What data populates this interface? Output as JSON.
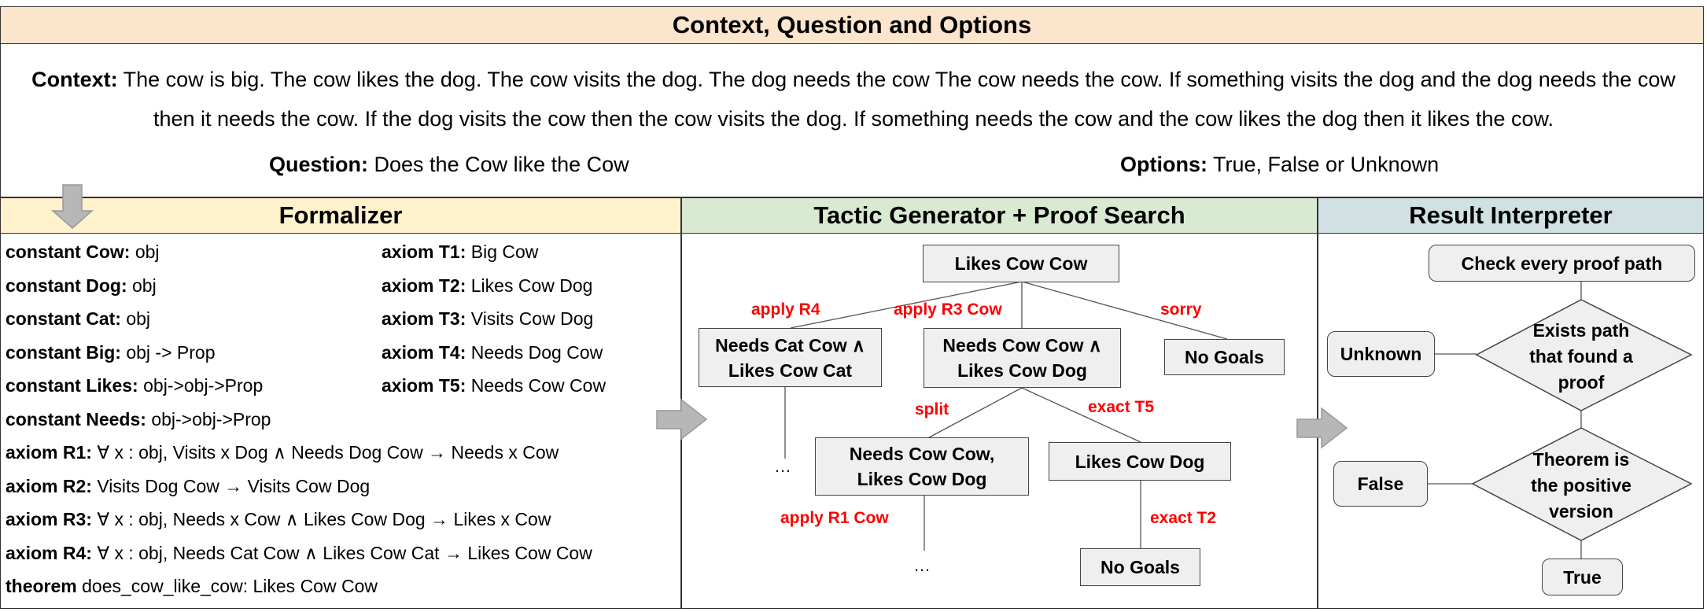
{
  "top": {
    "header": "Context, Question and Options",
    "context_label": "Context:",
    "context_text": "The cow is big. The cow likes the dog. The cow visits the dog. The dog needs the cow The cow needs the cow. If something visits the dog and the dog needs the cow then it needs the cow. If the dog visits the cow then the cow visits the dog. If something needs the cow and the cow likes the dog then it likes the cow.",
    "question_label": "Question:",
    "question_text": "Does the Cow like the Cow",
    "options_label": "Options:",
    "options_text": "True, False or Unknown"
  },
  "formalizer": {
    "header": "Formalizer",
    "left_lines": [
      {
        "key": "constant Cow:",
        "val": "obj"
      },
      {
        "key": "constant Dog:",
        "val": "obj"
      },
      {
        "key": "constant Cat:",
        "val": "obj"
      },
      {
        "key": "constant Big:",
        "val": "obj -> Prop"
      },
      {
        "key": "constant Likes:",
        "val": "obj->obj->Prop"
      },
      {
        "key": "constant Needs:",
        "val": "obj->obj->Prop"
      },
      {
        "key": "axiom R1:",
        "val": "∀ x : obj, Visits x Dog ∧ Needs Dog Cow → Needs x Cow"
      },
      {
        "key": "axiom R2:",
        "val": "Visits Dog Cow → Visits Cow Dog"
      },
      {
        "key": "axiom R3:",
        "val": "∀ x : obj, Needs x Cow ∧ Likes Cow Dog → Likes x Cow"
      },
      {
        "key": "axiom R4:",
        "val": "∀ x : obj, Needs Cat Cow ∧ Likes Cow Cat → Likes Cow Cow"
      },
      {
        "key": "theorem",
        "val": "does_cow_like_cow: Likes Cow Cow"
      }
    ],
    "right_lines": [
      {
        "key": "axiom T1:",
        "val": "Big Cow"
      },
      {
        "key": "axiom T2:",
        "val": "Likes Cow Dog"
      },
      {
        "key": "axiom T3:",
        "val": "Visits Cow Dog"
      },
      {
        "key": "axiom T4:",
        "val": "Needs Dog Cow"
      },
      {
        "key": "axiom T5:",
        "val": "Needs Cow Cow"
      }
    ]
  },
  "tactic": {
    "header": "Tactic Generator + Proof Search",
    "root": "Likes Cow Cow",
    "node_a_1": "Needs Cat Cow ∧",
    "node_a_2": "Likes Cow Cat",
    "node_b_1": "Needs Cow Cow ∧",
    "node_b_2": "Likes Cow Dog",
    "node_c": "No Goals",
    "node_d_1": "Needs Cow Cow,",
    "node_d_2": "Likes Cow Dog",
    "node_e": "Likes Cow Dog",
    "node_f": "No Goals",
    "label_r4": "apply  R4",
    "label_r3": "apply  R3 Cow",
    "label_sorry": "sorry",
    "label_split": "split",
    "label_t5": "exact T5",
    "label_r1": "apply  R1 Cow",
    "label_t2": "exact T2",
    "dots": "…"
  },
  "result": {
    "header": "Result Interpreter",
    "check": "Check every proof path",
    "diamond1_1": "Exists path",
    "diamond1_2": "that found a",
    "diamond1_3": "proof",
    "diamond2_1": "Theorem is",
    "diamond2_2": "the positive",
    "diamond2_3": "version",
    "unknown": "Unknown",
    "false": "False",
    "true": "True"
  }
}
